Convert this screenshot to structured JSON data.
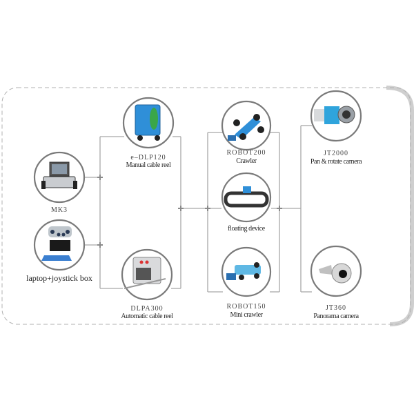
{
  "colors": {
    "line": "#a8a8a8",
    "circle": "#7a7a7a",
    "frame": "#b0b0b0",
    "shadow": "#c8c8c8",
    "blue": "#2a8fd6",
    "cyan": "#5fc3e8"
  },
  "nodes": {
    "mk3": {
      "code": "MK3",
      "icon": "control-unit-icon"
    },
    "laptop": {
      "name": "laptop+joystick box",
      "icon": "laptop-joystick-icon"
    },
    "edlp120": {
      "code": "e–DLP120",
      "name": "Manual cable reel",
      "icon": "cable-reel-icon"
    },
    "dlpa300": {
      "code": "DLPA300",
      "name": "Automatic cable reel",
      "icon": "auto-reel-icon"
    },
    "robot200": {
      "code": "ROBOT200",
      "name": "Crawler",
      "icon": "crawler-icon"
    },
    "floating": {
      "name": "floating device",
      "icon": "float-icon"
    },
    "robot150": {
      "code": "ROBOT150",
      "name": "Mini crawler",
      "icon": "mini-crawler-icon"
    },
    "jt2000": {
      "code": "JT2000",
      "name": "Pan & rotate camera",
      "icon": "pan-camera-icon"
    },
    "jt360": {
      "code": "JT360",
      "name": "Panorama camera",
      "icon": "panorama-camera-icon"
    }
  }
}
